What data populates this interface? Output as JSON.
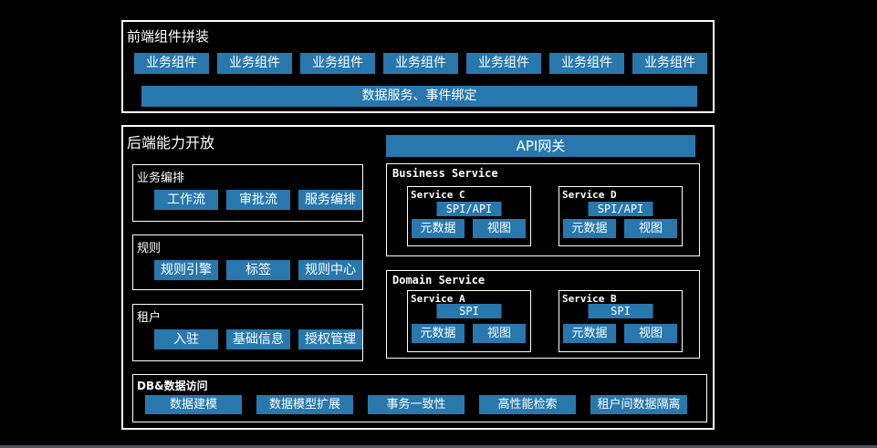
{
  "colors": {
    "accent_blue": "#2878ad",
    "background": "#000000",
    "border": "#ffffff",
    "footer_strip": "#4d5560"
  },
  "frontend": {
    "title": "前端组件拼装",
    "components": [
      "业务组件",
      "业务组件",
      "业务组件",
      "业务组件",
      "业务组件",
      "业务组件",
      "业务组件"
    ],
    "data_bar": "数据服务、事件绑定"
  },
  "backend": {
    "title": "后端能力开放",
    "api_gateway": "API网关",
    "groups": [
      {
        "title": "业务编排",
        "items": [
          "工作流",
          "审批流",
          "服务编排"
        ]
      },
      {
        "title": "规则",
        "items": [
          "规则引擎",
          "标签",
          "规则中心"
        ]
      },
      {
        "title": "租户",
        "items": [
          "入驻",
          "基础信息",
          "授权管理"
        ]
      }
    ],
    "service_groups": [
      {
        "title": "Business Service",
        "services": [
          {
            "name": "Service C",
            "api": "SPI/API",
            "items": [
              "元数据",
              "视图"
            ]
          },
          {
            "name": "Service D",
            "api": "SPI/API",
            "items": [
              "元数据",
              "视图"
            ]
          }
        ]
      },
      {
        "title": "Domain Service",
        "services": [
          {
            "name": "Service A",
            "api": "SPI",
            "items": [
              "元数据",
              "视图"
            ]
          },
          {
            "name": "Service B",
            "api": "SPI",
            "items": [
              "元数据",
              "视图"
            ]
          }
        ]
      }
    ],
    "db": {
      "title": "DB&数据访问",
      "items": [
        "数据建模",
        "数据模型扩展",
        "事务一致性",
        "高性能检索",
        "租户间数据隔离"
      ]
    }
  }
}
